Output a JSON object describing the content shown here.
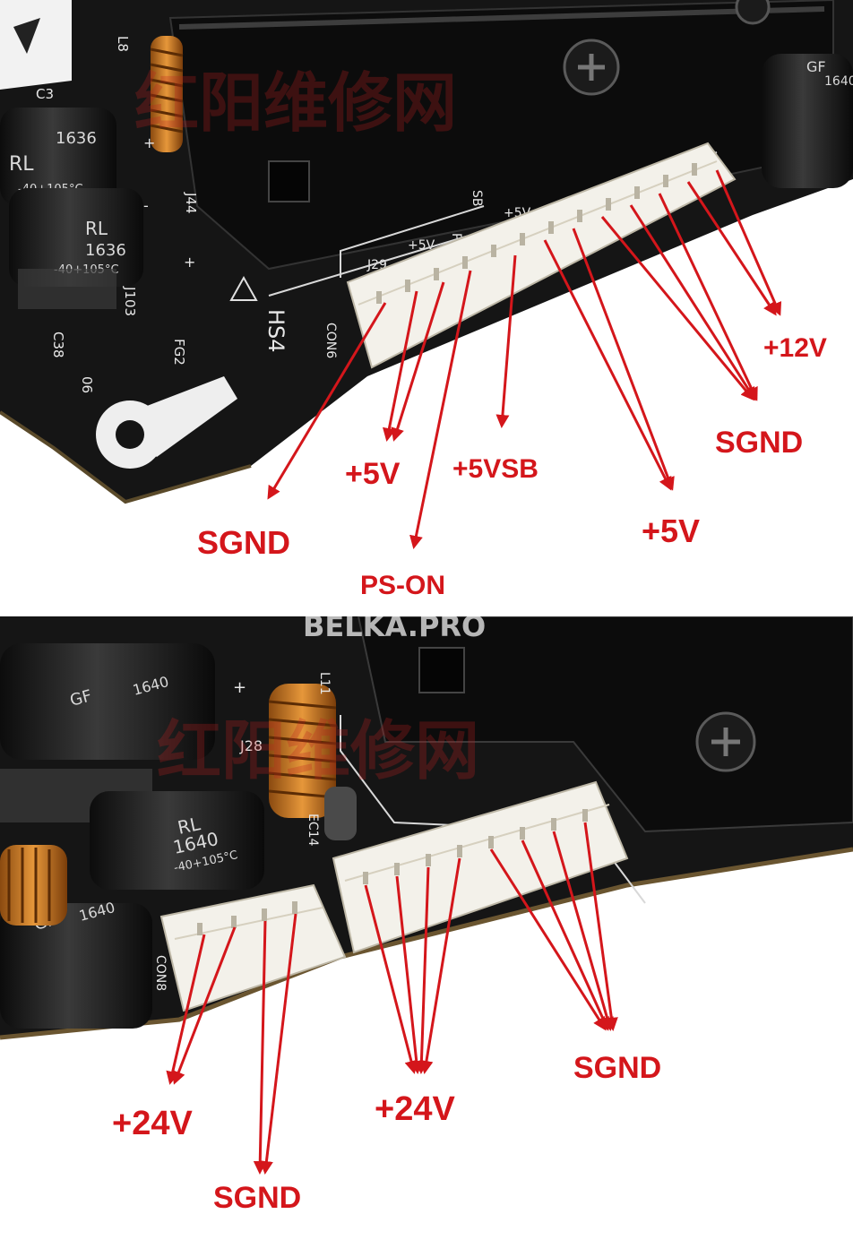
{
  "watermark": {
    "site": "BELKA.PRO",
    "chinese": "红阳维修网"
  },
  "top_panel": {
    "silkscreen": [
      "L8",
      "C3",
      "J44",
      "J103",
      "C38",
      "06",
      "FG2",
      "HS4",
      "CON6",
      "J29",
      "+5V",
      "PS",
      "SB",
      "+5V",
      "+",
      "-",
      "+"
    ],
    "capacitor_marks": [
      "RL",
      "1636",
      "-40+105°C",
      "GF",
      "1640"
    ],
    "pin_labels": [
      "SGND",
      "+5V",
      "PS-ON",
      "+5VSB",
      "+5V",
      "SGND",
      "+12V"
    ]
  },
  "bottom_panel": {
    "silkscreen": [
      "J28",
      "EC14",
      "L11",
      "CON8",
      "+"
    ],
    "capacitor_marks": [
      "RL",
      "1640",
      "-40+105°C",
      "GF",
      "1640"
    ],
    "pin_labels": [
      "+24V",
      "SGND",
      "+24V",
      "SGND"
    ]
  },
  "colors": {
    "label_red": "#d4161b",
    "pcb_black": "#141414",
    "connector_white": "#f3f1ea",
    "coil_copper": "#c9761f"
  }
}
